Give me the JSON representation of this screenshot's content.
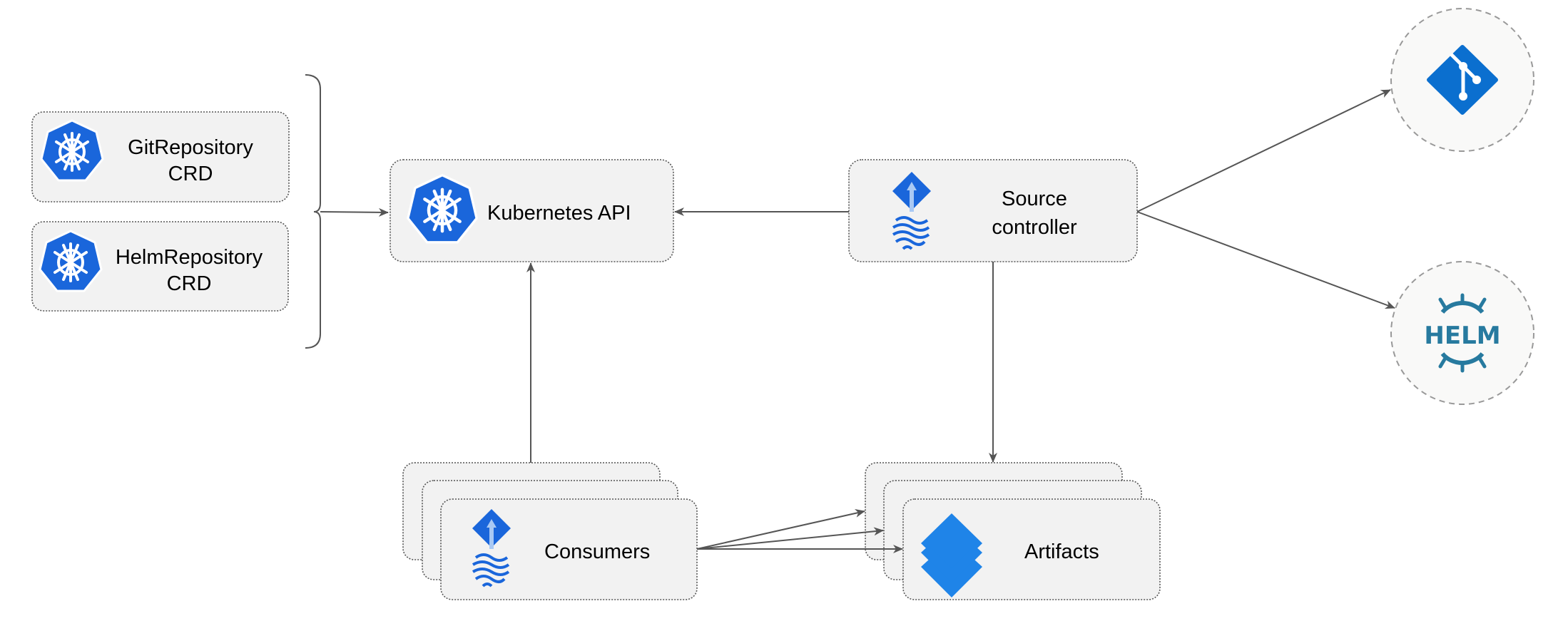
{
  "nodes": {
    "git_repository_crd": {
      "line1": "GitRepository",
      "line2": "CRD",
      "icon": "kubernetes-icon"
    },
    "helm_repository_crd": {
      "line1": "HelmRepository",
      "line2": "CRD",
      "icon": "kubernetes-icon"
    },
    "kubernetes_api": {
      "label": "Kubernetes API",
      "icon": "kubernetes-icon"
    },
    "source_controller": {
      "line1": "Source",
      "line2": "controller",
      "icon": "flux-icon"
    },
    "git": {
      "icon": "git-icon"
    },
    "helm": {
      "label": "HELM",
      "icon": "helm-icon"
    },
    "consumers": {
      "label": "Consumers",
      "icon": "flux-icon"
    },
    "artifacts": {
      "label": "Artifacts",
      "icon": "layers-icon"
    }
  },
  "colors": {
    "kubernetes_blue": "#326ce5",
    "flux_blue": "#1a6ddb",
    "git_blue": "#0b6fcf",
    "helm_teal": "#277a9f",
    "artifacts_blue": "#1f84e8",
    "box_fill": "#f2f2f2",
    "edge": "#555555"
  }
}
